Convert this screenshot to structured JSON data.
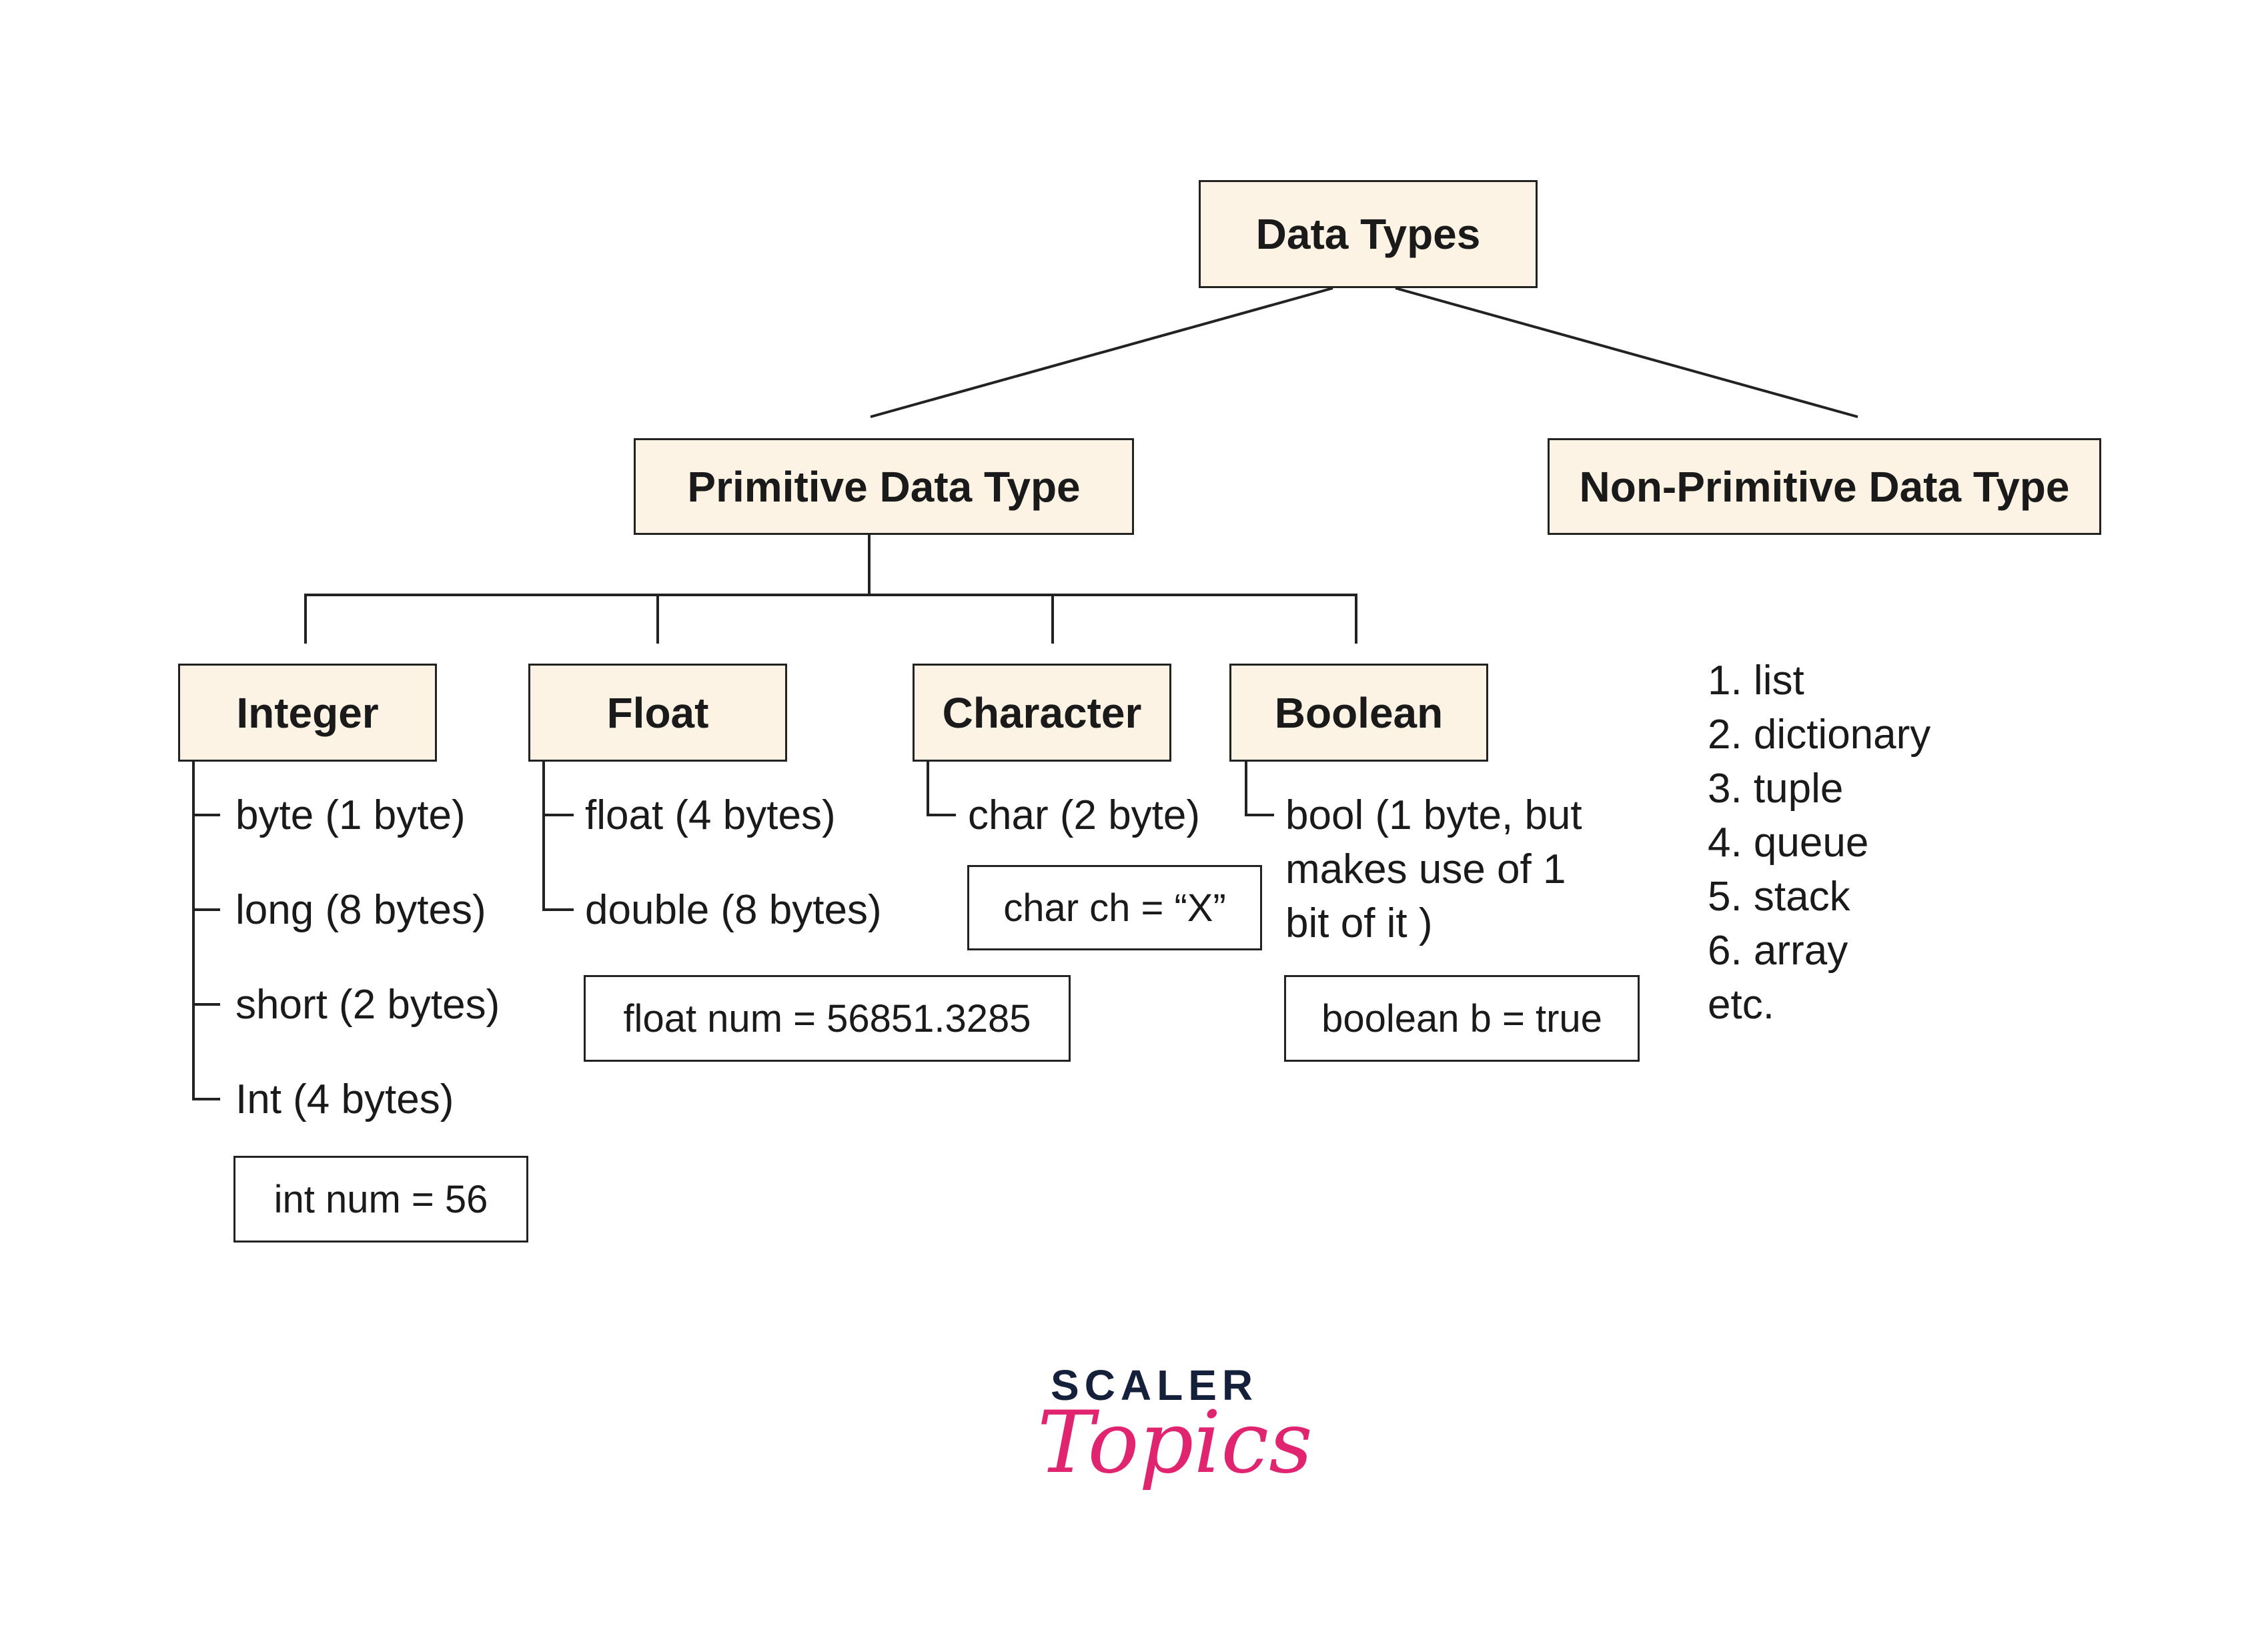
{
  "root": "Data Types",
  "primitive": {
    "title": "Primitive Data Type",
    "integer": {
      "title": "Integer",
      "items": [
        "byte (1 byte)",
        "long (8 bytes)",
        "short (2 bytes)",
        "Int (4 bytes)"
      ],
      "example": "int num = 56"
    },
    "float": {
      "title": "Float",
      "items": [
        "float (4 bytes)",
        "double (8 bytes)"
      ],
      "example": "float num = 56851.3285"
    },
    "character": {
      "title": "Character",
      "items": [
        "char (2 byte)"
      ],
      "example": "char ch = “X”"
    },
    "boolean": {
      "title": "Boolean",
      "lines": [
        "bool (1 byte, but",
        "makes use of 1",
        "bit of it )"
      ],
      "example": "boolean b = true"
    }
  },
  "non_primitive": {
    "title": "Non-Primitive Data Type",
    "items": [
      "1. list",
      "2. dictionary",
      "3. tuple",
      "4. queue",
      "5. stack",
      "6. array",
      "etc."
    ]
  },
  "logo": {
    "top": "SCALER",
    "script": "Topics"
  },
  "colors": {
    "node_fill": "#fdf3e4",
    "line": "#222222",
    "logo_dark": "#15203a",
    "logo_pink": "#e0246f"
  }
}
